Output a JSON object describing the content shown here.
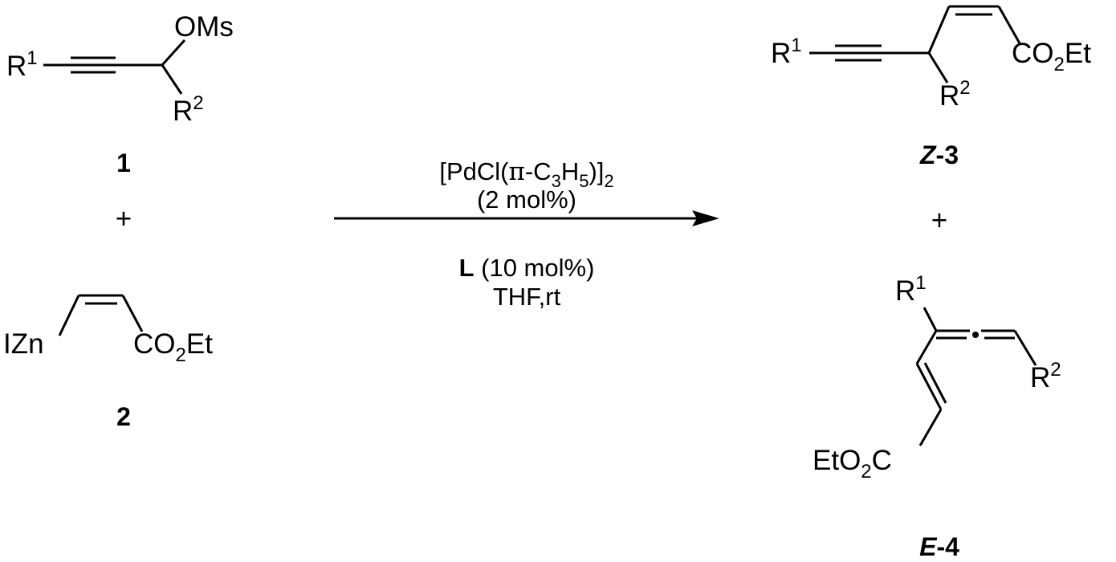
{
  "reactant1": {
    "r1_base": "R",
    "r1_sup": "1",
    "leaving_group": "OMs",
    "r2_base": "R",
    "r2_sup": "2",
    "label": "1"
  },
  "plus": "+",
  "reactant2": {
    "metal": "IZn",
    "ester_a": "CO",
    "ester_sub": "2",
    "ester_b": "Et",
    "label": "2"
  },
  "conditions": {
    "cat_a": "[PdCl(",
    "pi": "π",
    "cat_b": "-C",
    "sub3": "3",
    "cat_c": "H",
    "sub5": "5",
    "cat_d": ")]",
    "sub2": "2",
    "cat_loading": "(2 mol%)",
    "ligand": "L",
    "ligand_loading": " (10 mol%)",
    "solvent": "THF,rt"
  },
  "product3": {
    "r1_base": "R",
    "r1_sup": "1",
    "ester_a": "CO",
    "ester_sub": "2",
    "ester_b": "Et",
    "r2_base": "R",
    "r2_sup": "2",
    "label_prefix": "Z",
    "label_suffix": "-3"
  },
  "product4": {
    "r1_base": "R",
    "r1_sup": "1",
    "r2_base": "R",
    "r2_sup": "2",
    "ester_a": "EtO",
    "ester_sub": "2",
    "ester_b": "C",
    "label_prefix": "E",
    "label_suffix": "-4"
  }
}
